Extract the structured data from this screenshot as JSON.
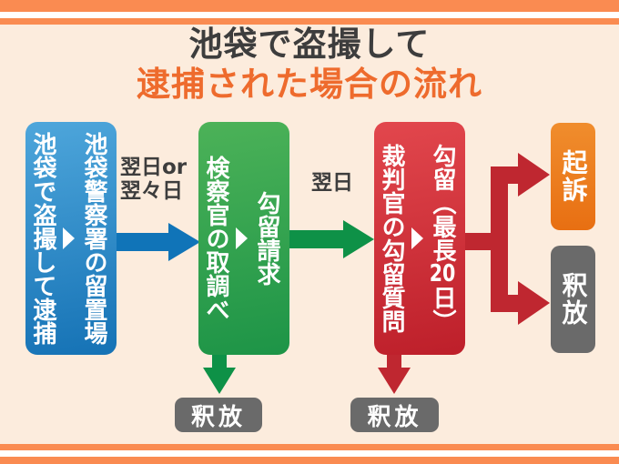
{
  "title": {
    "line1": "池袋で盗撮して",
    "line2": "逮捕された場合の流れ"
  },
  "flow": {
    "arrest_box": {
      "left": "池袋で盗撮して逮捕",
      "right": "池袋警察署の留置場"
    },
    "arrow1": {
      "label_line1": "翌日or",
      "label_line2": "翌々日"
    },
    "prosecutor_box": {
      "left": "検察官の取調べ",
      "right": "勾留請求"
    },
    "arrow2": {
      "label": "翌日"
    },
    "judge_box": {
      "left": "裁判官の勾留質問",
      "right_pre": "勾留（最長",
      "right_tcy": "20",
      "right_post": "日）"
    },
    "indictment_box": {
      "label": "起訴"
    },
    "release_right_box": {
      "label": "釈放"
    },
    "release_bottom_left": {
      "label": "釈放"
    },
    "release_bottom_right": {
      "label": "釈放"
    }
  },
  "colors": {
    "bg": "#fcecdd",
    "stripe": "#fa8b51",
    "title-dark": "#3d3d3d",
    "title-orange": "#ee6b2d",
    "label": "#3d3d3d",
    "blue-top": "#4ea6db",
    "blue-bottom": "#1572b5",
    "blue-arrow": "#1074b8",
    "green-top": "#4cb258",
    "green-bottom": "#1d9447",
    "green-arrow": "#0e9147",
    "red-top": "#e2474d",
    "red-bottom": "#bd1f2a",
    "red-arrow": "#bf2730",
    "orange-top": "#f08d2d",
    "orange-bottom": "#e86f12",
    "gray-box": "#6a6a6a"
  }
}
